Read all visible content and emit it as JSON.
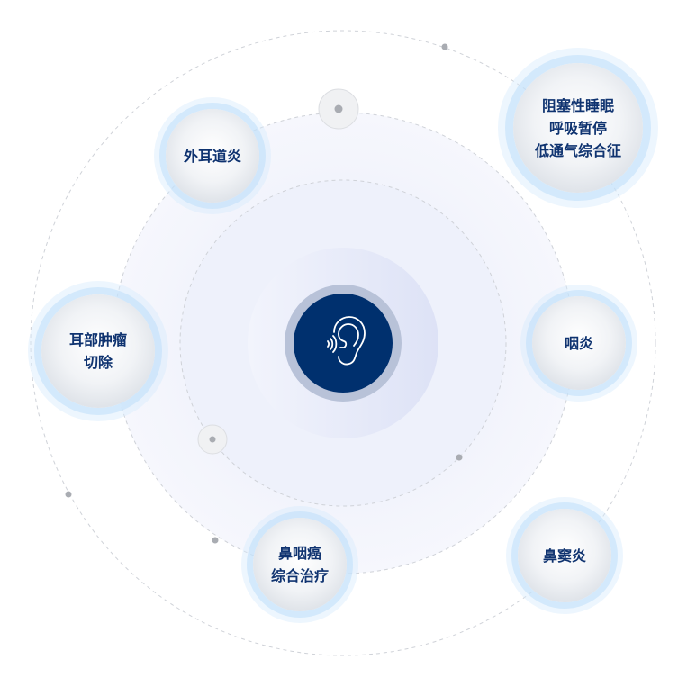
{
  "center": {
    "icon": "ear-icon",
    "colors": {
      "primary": "#00306e",
      "ring": "#b8c2d8"
    }
  },
  "items": [
    {
      "label_lines": [
        "外耳道炎"
      ]
    },
    {
      "label_lines": [
        "阻塞性睡眠",
        "呼吸暂停",
        "低通气综合征"
      ]
    },
    {
      "label_lines": [
        "咽炎"
      ]
    },
    {
      "label_lines": [
        "耳部肿瘤",
        "切除"
      ]
    },
    {
      "label_lines": [
        "鼻咽癌",
        "综合治疗"
      ]
    },
    {
      "label_lines": [
        "鼻窦炎"
      ]
    }
  ]
}
